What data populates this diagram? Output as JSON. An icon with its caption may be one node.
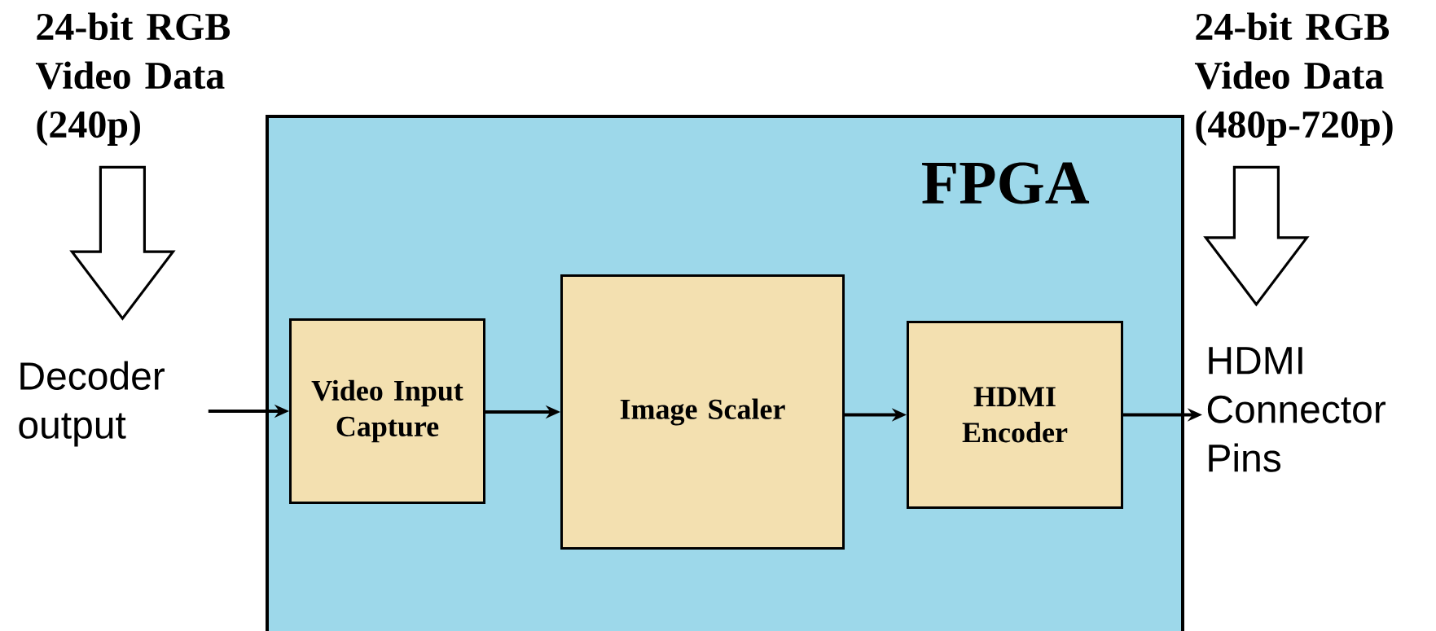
{
  "diagram": {
    "nodes": [
      {
        "text": [
          "FPGA"
        ]
      },
      {
        "text": [
          "Video Input Capture"
        ],
        "in": 0
      },
      {
        "text": [
          "Image Scaler"
        ],
        "in": 0
      },
      {
        "text": [
          "HDMI Encoder"
        ],
        "in": 0
      },
      {
        "text": [
          "Decoder output"
        ]
      },
      {
        "text": [
          "HDMI Connector Pins"
        ]
      },
      {
        "text": [
          "24-bit RGB Video Data (240p)"
        ]
      },
      {
        "text": [
          "24-bit RGB Video Data (480p-720p)"
        ]
      }
    ],
    "edges": [
      {
        "from": 4,
        "to": 1,
        "arrow": "to"
      },
      {
        "from": 1,
        "to": 2,
        "arrow": "to"
      },
      {
        "from": 2,
        "to": 3,
        "arrow": "to"
      },
      {
        "from": 3,
        "to": 5,
        "arrow": "to"
      },
      {
        "from": 6,
        "to": 4,
        "arrow": "to",
        "style": "thick"
      },
      {
        "from": 7,
        "to": 5,
        "arrow": "to",
        "style": "thick"
      }
    ]
  }
}
